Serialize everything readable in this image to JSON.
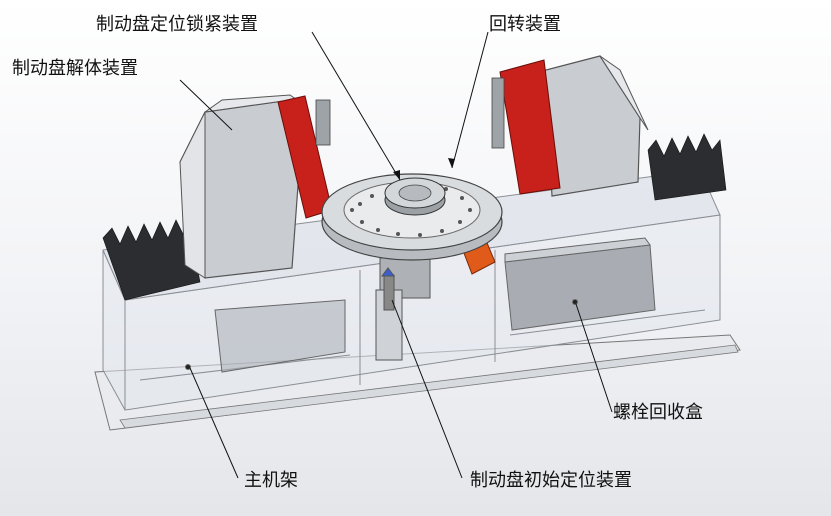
{
  "labels": {
    "unlock_device": "制动盘解体装置",
    "locking_device": "制动盘定位锁紧装置",
    "rotary_device": "回转装置",
    "bolt_box": "螺栓回收盒",
    "main_frame": "主机架",
    "initial_positioning": "制动盘初始定位装置"
  },
  "colors": {
    "accent_red": "#c8201a",
    "housing_grey": "#cfd2d6",
    "bellows_dark": "#2a2b2e",
    "frame_glass": "#e8ecf0",
    "motor_orange": "#e05a1a"
  }
}
